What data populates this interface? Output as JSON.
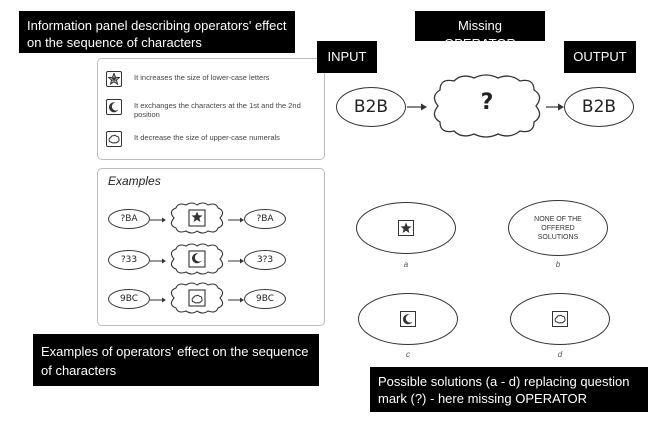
{
  "callouts": {
    "info_panel": "Information panel describing operators' effect on the sequence of characters",
    "missing_operator": "Missing OPERATOR",
    "input": "INPUT",
    "output": "OUTPUT",
    "examples_effect": "Examples of operators' effect on the sequence of characters",
    "possible_solutions": "Possible solutions (a - d) replacing question mark (?) - here missing OPERATOR"
  },
  "info_panel": {
    "items": [
      {
        "icon": "star-icon",
        "text": "It increases the size of lower-case letters"
      },
      {
        "icon": "moon-icon",
        "text": "It exchanges the characters at the 1st and the 2nd position"
      },
      {
        "icon": "cloud-icon",
        "text": "It decrease the size of upper-case numerals"
      }
    ]
  },
  "examples": {
    "title": "Examples",
    "rows": [
      {
        "input": "?BA",
        "operator": "star-icon",
        "output": "?BA"
      },
      {
        "input": "?33",
        "operator": "moon-icon",
        "output": "3?3"
      },
      {
        "input": "9BC",
        "operator": "cloud-icon",
        "output": "9BC"
      }
    ]
  },
  "puzzle": {
    "input_value": "B2B",
    "operator": "?",
    "output_value": "B2B"
  },
  "solutions": [
    {
      "label": "a",
      "content": "star-icon"
    },
    {
      "label": "b",
      "content": "NONE OF THE OFFERED SOLUTIONS"
    },
    {
      "label": "c",
      "content": "moon-icon"
    },
    {
      "label": "d",
      "content": "cloud-icon"
    }
  ],
  "colors": {
    "callout_bg": "#000000",
    "callout_text": "#ffffff",
    "panel_border": "#bdbdbd",
    "shape_stroke": "#333333"
  }
}
